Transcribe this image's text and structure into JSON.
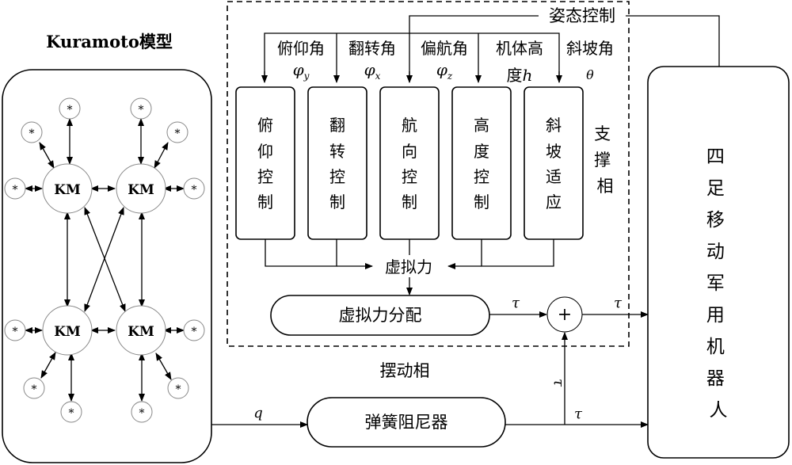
{
  "kuramoto": {
    "title": "Kuramoto模型",
    "node_label": "KM",
    "small_label": "*"
  },
  "attitude": {
    "label": "姿态控制",
    "inputs": [
      {
        "name": "俯仰角",
        "symbol": "φ",
        "sub": "y"
      },
      {
        "name": "翻转角",
        "symbol": "φ",
        "sub": "x"
      },
      {
        "name": "偏航角",
        "symbol": "φ",
        "sub": "z"
      },
      {
        "name": "机体高",
        "name2": "度",
        "symbol": "h"
      },
      {
        "name": "斜坡角",
        "symbol": "θ"
      }
    ],
    "controllers": [
      "俯仰控制",
      "翻转控制",
      "航向控制",
      "高度控制",
      "斜坡适应"
    ]
  },
  "support_phase": "支撑相",
  "virtual_force": "虚拟力",
  "virtual_force_dist": "虚拟力分配",
  "sum_symbol": "+",
  "tau": "τ",
  "swing_phase": "摆动相",
  "spring_damper": "弹簧阻尼器",
  "q": "q",
  "robot": "四足移动军用机器人"
}
